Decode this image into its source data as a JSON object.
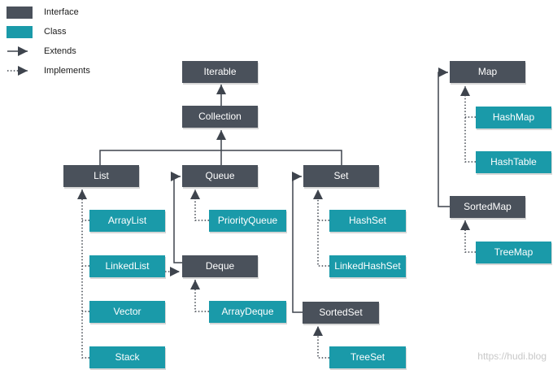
{
  "legend": {
    "items": [
      {
        "key": "interface",
        "label": "Interface"
      },
      {
        "key": "class",
        "label": "Class"
      },
      {
        "key": "extends",
        "label": "Extends"
      },
      {
        "key": "implements",
        "label": "Implements"
      }
    ]
  },
  "colors": {
    "interface_fill": "#4A515B",
    "class_fill": "#1A9AA9",
    "line": "#3E444D",
    "node_text": "#FFFFFF",
    "legend_text": "#1B1B1B",
    "watermark_text": "#C8C8C8"
  },
  "nodes": [
    {
      "label": "Iterable",
      "type": "interface"
    },
    {
      "label": "Collection",
      "type": "interface"
    },
    {
      "label": "List",
      "type": "interface"
    },
    {
      "label": "Queue",
      "type": "interface"
    },
    {
      "label": "Set",
      "type": "interface"
    },
    {
      "label": "ArrayList",
      "type": "class"
    },
    {
      "label": "PriorityQueue",
      "type": "class"
    },
    {
      "label": "HashSet",
      "type": "class"
    },
    {
      "label": "LinkedList",
      "type": "class"
    },
    {
      "label": "Deque",
      "type": "interface"
    },
    {
      "label": "LinkedHashSet",
      "type": "class"
    },
    {
      "label": "Vector",
      "type": "class"
    },
    {
      "label": "ArrayDeque",
      "type": "class"
    },
    {
      "label": "SortedSet",
      "type": "interface"
    },
    {
      "label": "Stack",
      "type": "class"
    },
    {
      "label": "TreeSet",
      "type": "class"
    },
    {
      "label": "Map",
      "type": "interface"
    },
    {
      "label": "HashMap",
      "type": "class"
    },
    {
      "label": "HashTable",
      "type": "class"
    },
    {
      "label": "SortedMap",
      "type": "interface"
    },
    {
      "label": "TreeMap",
      "type": "class"
    }
  ],
  "edges": [
    {
      "from": "Collection",
      "to": "Iterable",
      "type": "extends"
    },
    {
      "from": "List",
      "to": "Collection",
      "type": "extends"
    },
    {
      "from": "Queue",
      "to": "Collection",
      "type": "extends"
    },
    {
      "from": "Set",
      "to": "Collection",
      "type": "extends"
    },
    {
      "from": "Deque",
      "to": "Queue",
      "type": "extends"
    },
    {
      "from": "SortedSet",
      "to": "Set",
      "type": "extends"
    },
    {
      "from": "SortedMap",
      "to": "Map",
      "type": "extends"
    },
    {
      "from": "ArrayList",
      "to": "List",
      "type": "implements"
    },
    {
      "from": "LinkedList",
      "to": "List",
      "type": "implements"
    },
    {
      "from": "Vector",
      "to": "List",
      "type": "implements"
    },
    {
      "from": "Stack",
      "to": "List",
      "type": "implements"
    },
    {
      "from": "PriorityQueue",
      "to": "Queue",
      "type": "implements"
    },
    {
      "from": "LinkedList",
      "to": "Deque",
      "type": "implements"
    },
    {
      "from": "ArrayDeque",
      "to": "Deque",
      "type": "implements"
    },
    {
      "from": "HashSet",
      "to": "Set",
      "type": "implements"
    },
    {
      "from": "LinkedHashSet",
      "to": "Set",
      "type": "implements"
    },
    {
      "from": "TreeSet",
      "to": "SortedSet",
      "type": "implements"
    },
    {
      "from": "HashMap",
      "to": "Map",
      "type": "implements"
    },
    {
      "from": "HashTable",
      "to": "Map",
      "type": "implements"
    },
    {
      "from": "TreeMap",
      "to": "SortedMap",
      "type": "implements"
    }
  ],
  "watermark": "https://hudi.blog"
}
